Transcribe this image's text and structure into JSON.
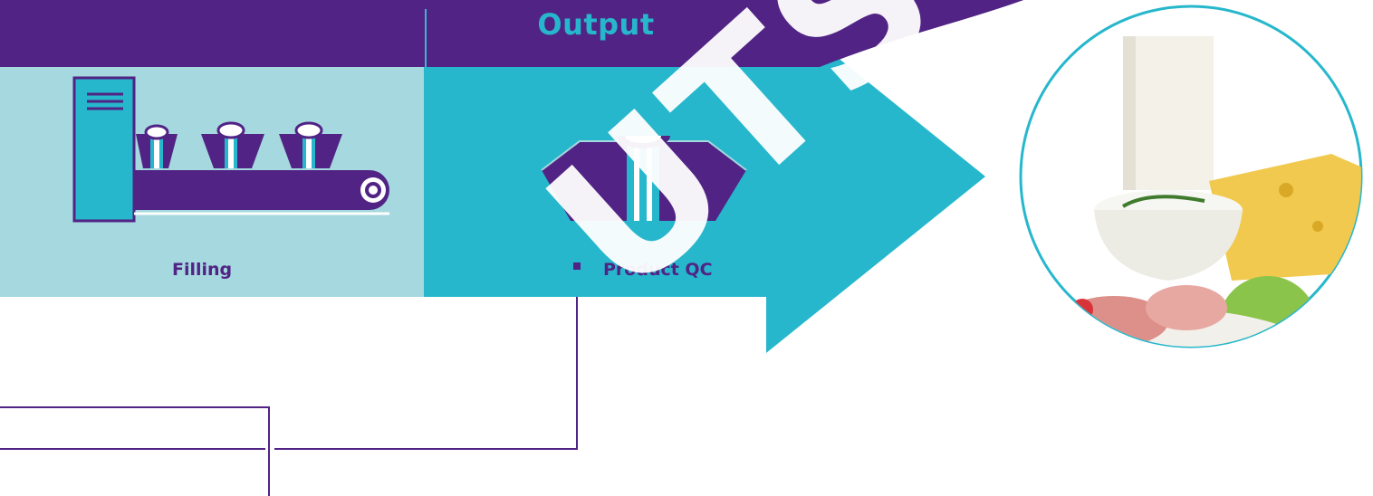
{
  "header": {
    "output_label": "Output"
  },
  "stages": {
    "filling_label": "Filling",
    "product_qc_label": "Product QC"
  },
  "watermark": {
    "text": "UTSCHER SA"
  },
  "colors": {
    "purple": "#512385",
    "teal": "#27b7cc",
    "light_teal": "#a5d8df",
    "white": "#ffffff"
  },
  "illustrations": {
    "filling": "conveyor-filling-icon",
    "product_qc": "packaged-product-icon",
    "photo": "dairy-and-cold-cuts-photo"
  }
}
